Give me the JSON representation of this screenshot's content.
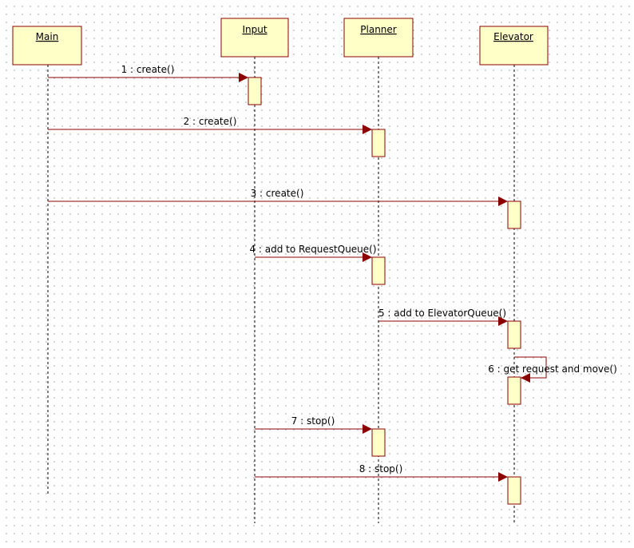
{
  "lifelines": [
    {
      "id": "main",
      "name": "Main"
    },
    {
      "id": "input",
      "name": "Input"
    },
    {
      "id": "planner",
      "name": "Planner"
    },
    {
      "id": "elevator",
      "name": "Elevator"
    }
  ],
  "messages": [
    {
      "from": "main",
      "to": "input",
      "label": "1 : create()"
    },
    {
      "from": "main",
      "to": "planner",
      "label": "2 : create()"
    },
    {
      "from": "main",
      "to": "elevator",
      "label": "3 : create()"
    },
    {
      "from": "input",
      "to": "planner",
      "label": "4 : add to RequestQueue()"
    },
    {
      "from": "planner",
      "to": "elevator",
      "label": "5 : add to ElevatorQueue()"
    },
    {
      "from": "elevator",
      "to": "elevator",
      "label": "6 : get request and move()"
    },
    {
      "from": "input",
      "to": "planner",
      "label": "7 : stop()"
    },
    {
      "from": "input",
      "to": "elevator",
      "label": "8 : stop()"
    }
  ],
  "colors": {
    "box_fill": "#ffffc8",
    "line": "#8b0000"
  }
}
